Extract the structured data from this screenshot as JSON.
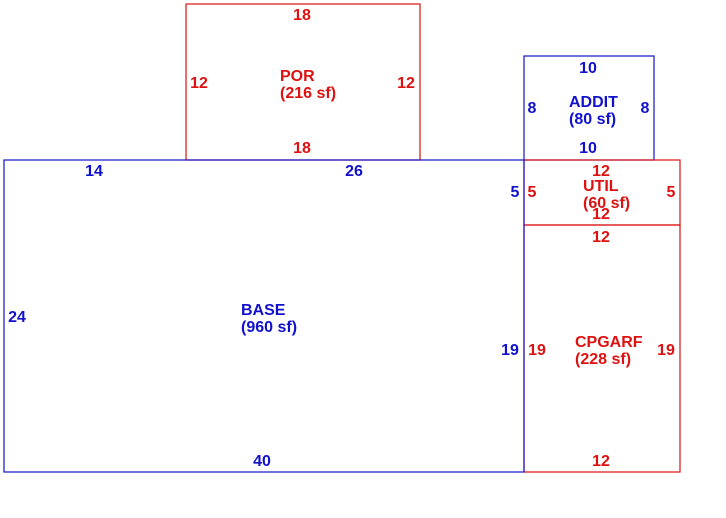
{
  "colors": {
    "blue": "#1111cc",
    "red": "#dd1111",
    "background": "#ffffff"
  },
  "areas": {
    "base": {
      "name": "BASE",
      "size": "(960 sf)",
      "dims": {
        "top_left": "14",
        "top_right": "26",
        "left": "24",
        "right": "5",
        "right_lower": "19",
        "bottom": "40"
      }
    },
    "por": {
      "name": "POR",
      "size": "(216 sf)",
      "dims": {
        "top": "18",
        "bottom": "18",
        "left": "12",
        "right": "12"
      }
    },
    "addit": {
      "name": "ADDIT",
      "size": "(80 sf)",
      "dims": {
        "top": "10",
        "bottom": "10",
        "left": "8",
        "right": "8"
      }
    },
    "util": {
      "name": "UTIL",
      "size": "(60 sf)",
      "dims": {
        "top": "12",
        "bottom": "12",
        "left": "5",
        "right": "5"
      }
    },
    "cpgarf": {
      "name": "CPGARF",
      "size": "(228 sf)",
      "dims": {
        "top": "12",
        "bottom": "12",
        "left": "19",
        "right": "19"
      }
    }
  }
}
